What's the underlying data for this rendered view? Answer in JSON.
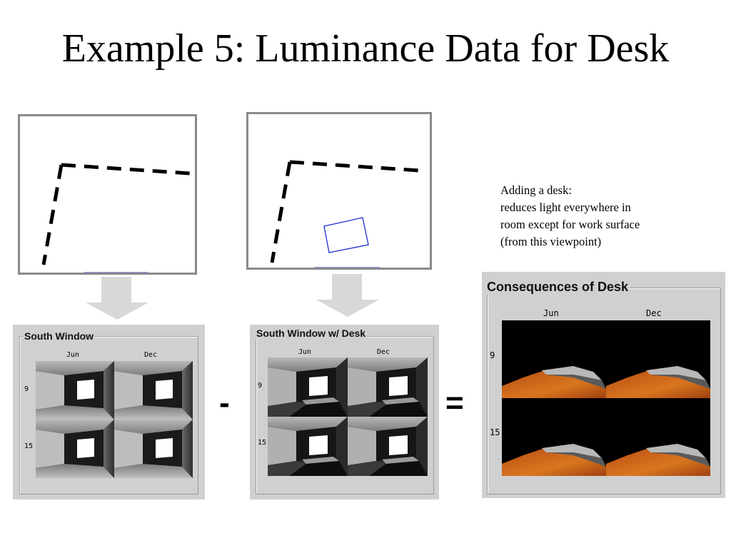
{
  "title": "Example 5: Luminance Data for Desk",
  "note": {
    "heading": "Adding a desk:",
    "lines": [
      "reduces light everywhere in",
      "room except for work surface",
      "(from this viewpoint)"
    ]
  },
  "operators": {
    "minus": "-",
    "equals": "="
  },
  "panels": [
    {
      "title": "South Window",
      "columns": [
        "Jun",
        "Dec"
      ],
      "rows": [
        "9",
        "15"
      ]
    },
    {
      "title": "South Window w/ Desk",
      "columns": [
        "Jun",
        "Dec"
      ],
      "rows": [
        "9",
        "15"
      ]
    },
    {
      "title": "Consequences of Desk",
      "columns": [
        "Jun",
        "Dec"
      ],
      "rows": [
        "9",
        "15"
      ]
    }
  ],
  "colors": {
    "window_line": "#1a2fd6",
    "plan_border": "#8a8a8a",
    "arrow": "#d8d8d8",
    "panel_bg": "#d0d0d0",
    "difference_orange": "#c4561a"
  }
}
